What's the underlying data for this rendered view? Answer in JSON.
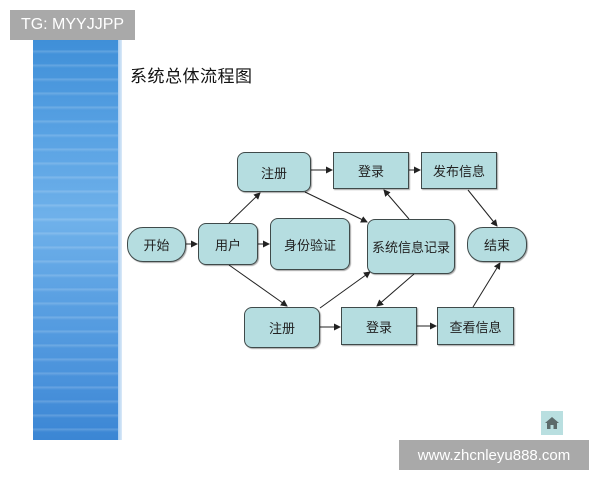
{
  "watermarks": {
    "top_left": "TG: MYYJJPP",
    "bottom_right": "www.zhcnleyu888.com"
  },
  "slide": {
    "title": "系统总体流程图",
    "accent_colors": {
      "node_fill": "#b5dde0",
      "node_border": "#3f4a4a",
      "sidebar_blue": "#4a92db"
    },
    "nodes": {
      "start": "开始",
      "user": "用户",
      "identity_verify": "身份验证",
      "register_top": "注册",
      "login_top": "登录",
      "publish_info": "发布信息",
      "system_record": "系统信息记录",
      "end": "结束",
      "register_bottom": "注册",
      "login_bottom": "登录",
      "view_info": "查看信息"
    },
    "edges": [
      [
        "开始",
        "用户"
      ],
      [
        "用户",
        "身份验证"
      ],
      [
        "用户",
        "注册(上)"
      ],
      [
        "用户",
        "注册(下)"
      ],
      [
        "注册(上)",
        "登录(上)"
      ],
      [
        "注册(上)",
        "系统信息记录"
      ],
      [
        "登录(上)",
        "发布信息"
      ],
      [
        "系统信息记录",
        "登录(上)"
      ],
      [
        "发布信息",
        "结束"
      ],
      [
        "注册(下)",
        "系统信息记录"
      ],
      [
        "注册(下)",
        "登录(下)"
      ],
      [
        "系统信息记录",
        "登录(下)"
      ],
      [
        "登录(下)",
        "查看信息"
      ],
      [
        "查看信息",
        "结束"
      ]
    ],
    "home_icon": "home-icon"
  }
}
